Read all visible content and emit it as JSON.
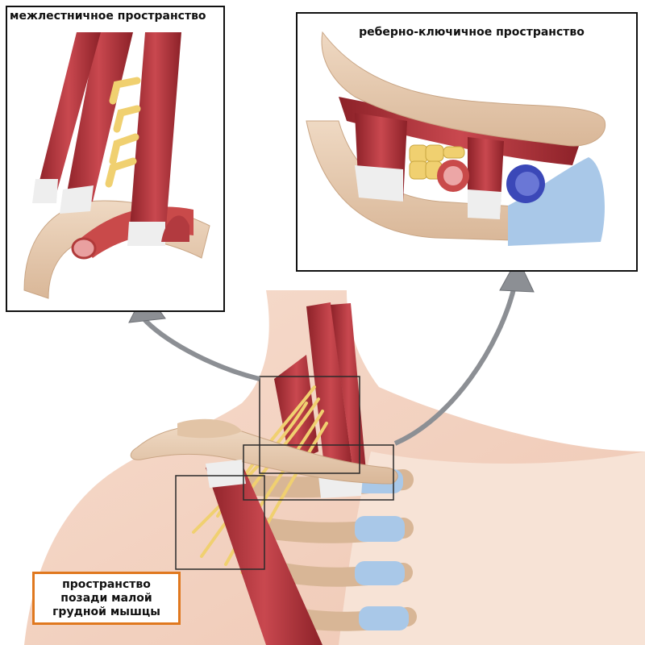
{
  "labels": {
    "interscalene": "межлестничное пространство",
    "costoclavicular": "реберно-ключичное пространство",
    "subpectoral": "пространство\nпозади малой\nгрудной мышцы"
  },
  "colors": {
    "muscle": "#b5333a",
    "muscle_dark": "#8c2128",
    "tendon": "#eeeeee",
    "nerve": "#f0d070",
    "artery": "#c94a4a",
    "vein": "#3b48b8",
    "bone": "#e6cbb0",
    "cartilage": "#a9c8e8",
    "skin": "#f3d6c6",
    "arrow": "#8c8f94",
    "label_border": "#e0781e"
  }
}
